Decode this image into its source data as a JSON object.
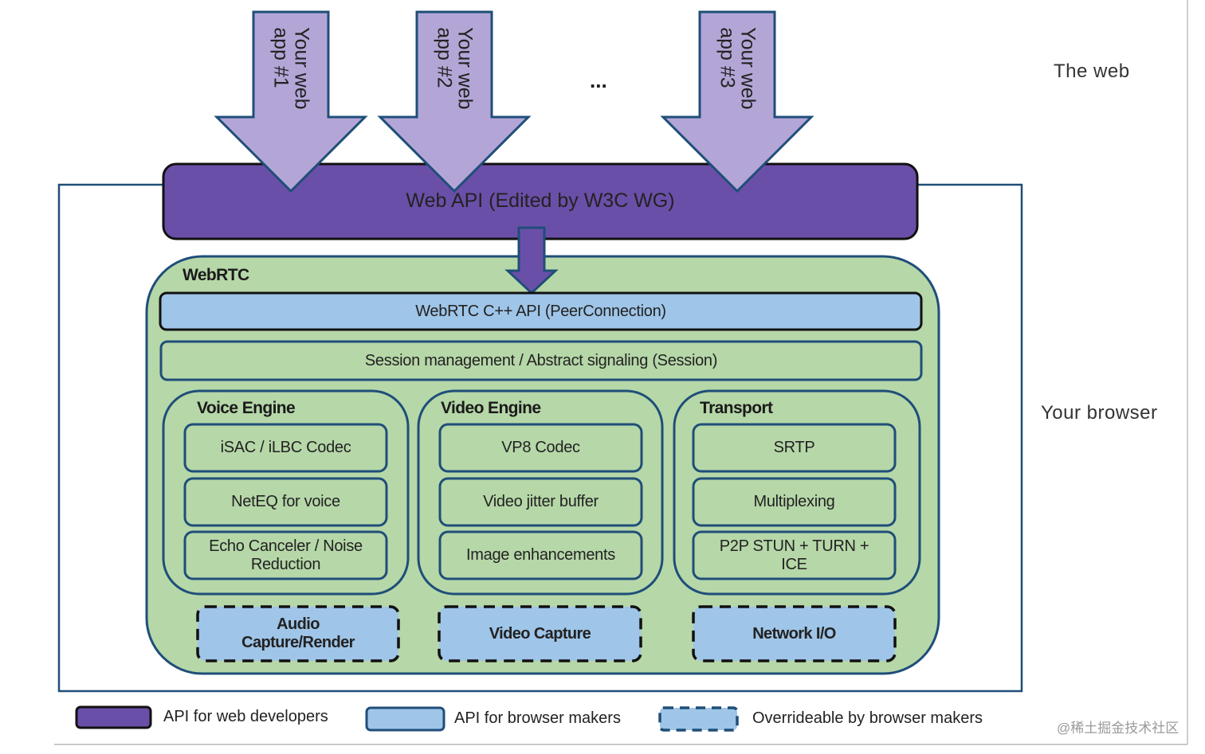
{
  "regions": {
    "web_label": "The web",
    "browser_label": "Your browser"
  },
  "apps": [
    {
      "line1": "Your web",
      "line2": "app #1"
    },
    {
      "line1": "Your web",
      "line2": "app #2"
    },
    {
      "line1": "Your web",
      "line2": "app #3"
    }
  ],
  "ellipsis": "...",
  "web_api": "Web API (Edited by W3C WG)",
  "webrtc": {
    "title": "WebRTC",
    "cpp_api": "WebRTC C++ API (PeerConnection)",
    "session": "Session management / Abstract signaling (Session)",
    "engines": [
      {
        "title": "Voice Engine",
        "items": [
          "iSAC / iLBC Codec",
          "NetEQ for voice",
          "Echo Canceler / Noise Reduction"
        ]
      },
      {
        "title": "Video Engine",
        "items": [
          "VP8 Codec",
          "Video jitter buffer",
          "Image enhancements"
        ]
      },
      {
        "title": "Transport",
        "items": [
          "SRTP",
          "Multiplexing",
          "P2P STUN + TURN + ICE"
        ]
      }
    ],
    "overrideable": [
      "Audio Capture/Render",
      "Video Capture",
      "Network I/O"
    ]
  },
  "legend": [
    {
      "label": "API for web developers",
      "color": "#6a4fa8"
    },
    {
      "label": "API for browser makers",
      "color": "#9fc5e8"
    },
    {
      "label": "Overrideable by browser makers",
      "color": "#9fc5e8"
    }
  ],
  "colors": {
    "web_api": "#6a4fa8",
    "app_arrow": "#b3a6d6",
    "webrtc_bg": "#b6d7a8",
    "browser_api": "#9fc5e8",
    "outline": "#1f4e79"
  },
  "watermark": "@稀土掘金技术社区"
}
